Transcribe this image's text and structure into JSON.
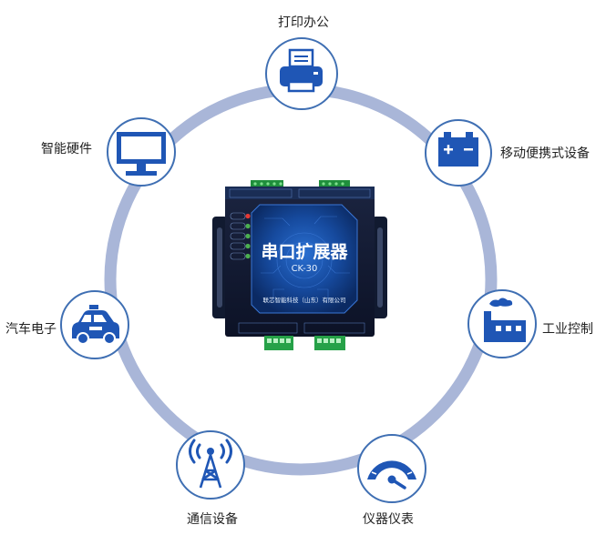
{
  "colors": {
    "ring": "#a9b6d8",
    "node_border": "#3f6fb3",
    "icon": "#1f56b5",
    "device_dark": "#0f1a33",
    "device_panel": "#14489c"
  },
  "nodes": [
    {
      "label": "打印办公",
      "icon": "printer-icon"
    },
    {
      "label": "移动便携式设备",
      "icon": "battery-icon"
    },
    {
      "label": "工业控制",
      "icon": "factory-icon"
    },
    {
      "label": "仪器仪表",
      "icon": "gauge-icon"
    },
    {
      "label": "通信设备",
      "icon": "antenna-tower-icon"
    },
    {
      "label": "汽车电子",
      "icon": "car-icon"
    },
    {
      "label": "智能硬件",
      "icon": "monitor-icon"
    }
  ],
  "device": {
    "title": "串口扩展器",
    "model": "CK-30",
    "company": "联芯智能科技（山东）有限公司"
  }
}
